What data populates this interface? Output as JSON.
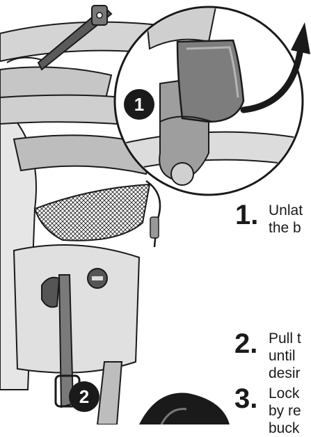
{
  "steps": [
    {
      "number": "1.",
      "lines": [
        "Unlat",
        "the b"
      ]
    },
    {
      "number": "2.",
      "lines": [
        "Pull t",
        "until",
        "desir"
      ]
    },
    {
      "number": "3.",
      "lines": [
        "Lock",
        "by re",
        "buck"
      ]
    }
  ],
  "callouts": {
    "first": "1",
    "second": "2"
  },
  "colors": {
    "ink": "#1a1a1a",
    "metal": "#8a8a8a",
    "light": "#d9d9d9",
    "frame": "#bdbdbd"
  }
}
